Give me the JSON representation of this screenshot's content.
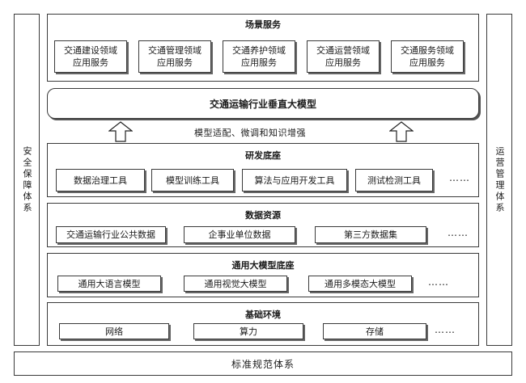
{
  "security_system": "安全保障体系",
  "operation_system": "运营管理体系",
  "standards_system": "标准规范体系",
  "scenario_services": {
    "title": "场景服务",
    "items": [
      {
        "line1": "交通建设领域",
        "line2": "应用服务"
      },
      {
        "line1": "交通管理领域",
        "line2": "应用服务"
      },
      {
        "line1": "交通养护领域",
        "line2": "应用服务"
      },
      {
        "line1": "交通运营领域",
        "line2": "应用服务"
      },
      {
        "line1": "交通服务领域",
        "line2": "应用服务"
      }
    ]
  },
  "vertical_model": "交通运输行业垂直大模型",
  "adaptation_label": "模型适配、微调和知识增强",
  "rd_base": {
    "title": "研发底座",
    "items": [
      "数据治理工具",
      "模型训练工具",
      "算法与应用开发工具",
      "测试检测工具"
    ],
    "more": "……"
  },
  "data_resources": {
    "title": "数据资源",
    "items": [
      "交通运输行业公共数据",
      "企事业单位数据",
      "第三方数据集"
    ],
    "more": "……"
  },
  "general_model_base": {
    "title": "通用大模型底座",
    "items": [
      "通用大语言模型",
      "通用视觉大模型",
      "通用多模态大模型"
    ],
    "more": "……"
  },
  "infrastructure": {
    "title": "基础环境",
    "items": [
      "网络",
      "算力",
      "存储"
    ],
    "more": "……"
  }
}
